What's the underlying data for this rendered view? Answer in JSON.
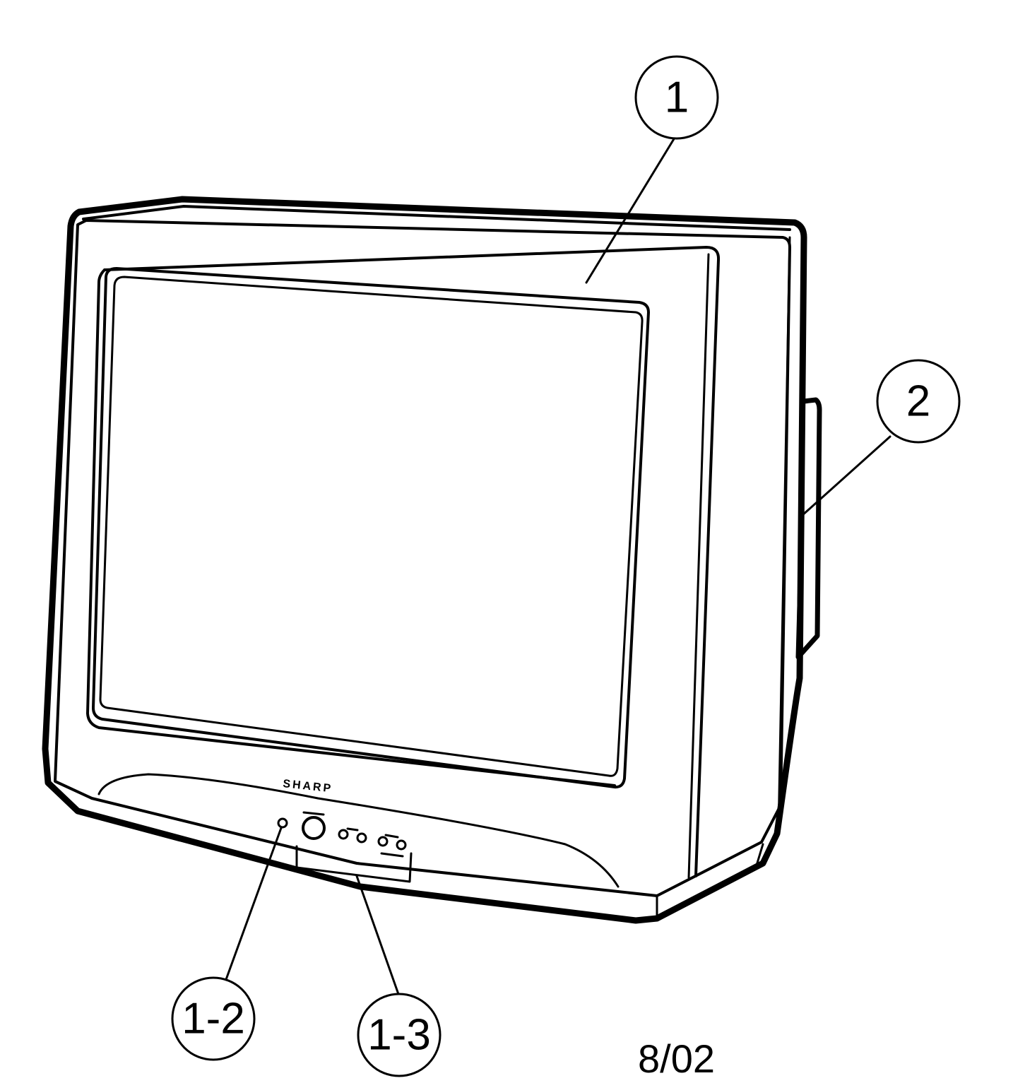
{
  "callouts": [
    {
      "id": "1",
      "label": "1"
    },
    {
      "id": "2",
      "label": "2"
    },
    {
      "id": "1-2",
      "label": "1-2"
    },
    {
      "id": "1-3",
      "label": "1-3"
    }
  ],
  "brand": "SHARP",
  "date_code": "8/02"
}
